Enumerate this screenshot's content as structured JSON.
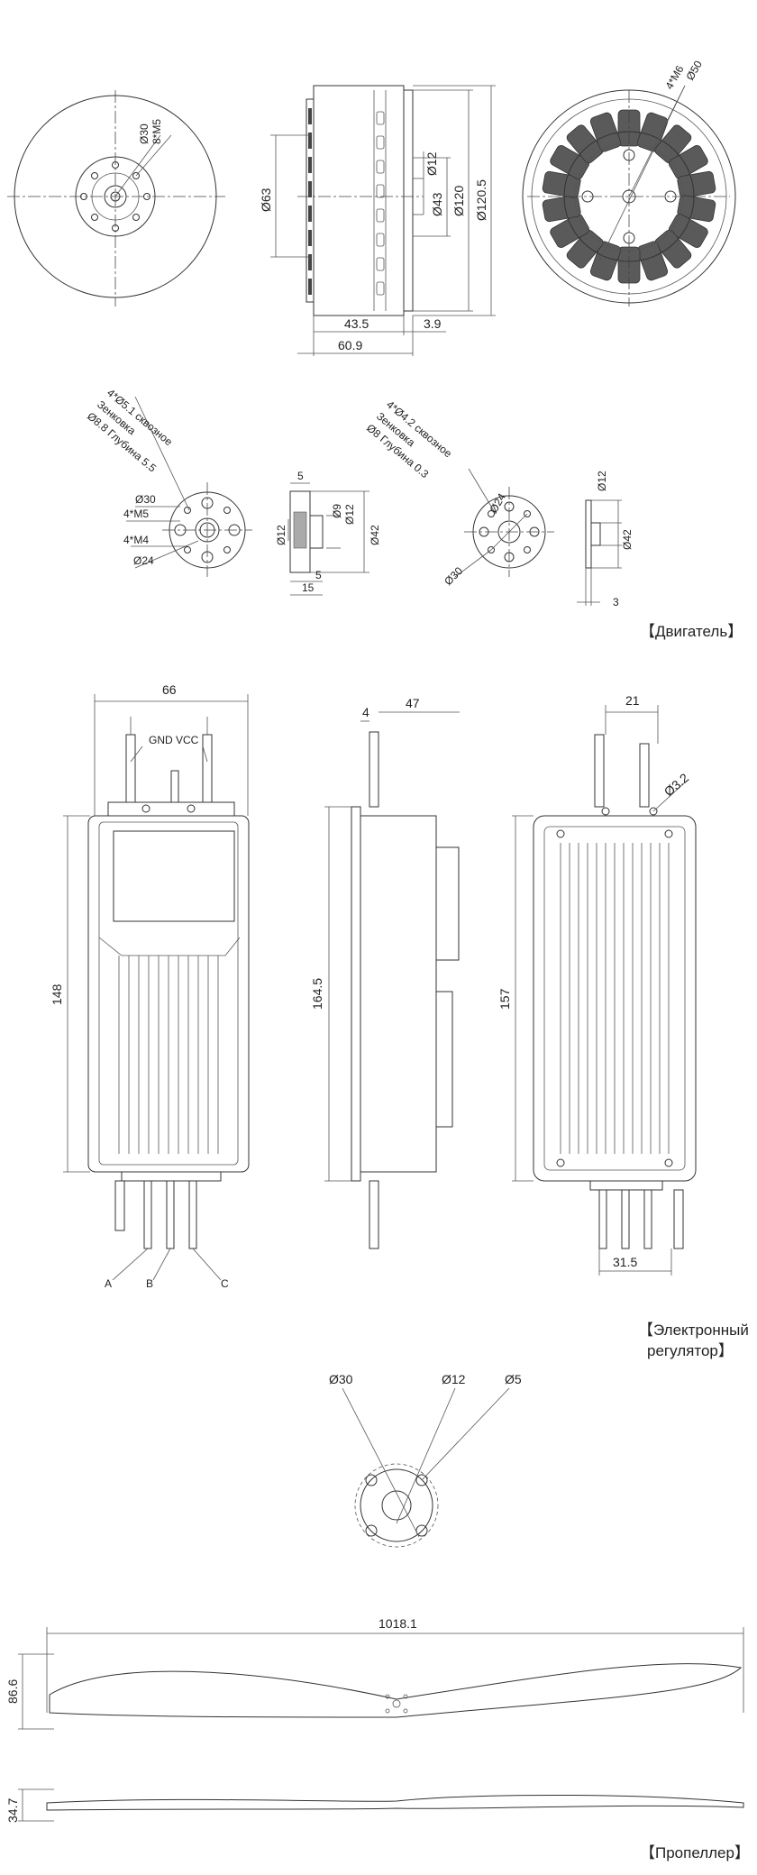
{
  "motor": {
    "caption": "【Двигатель】",
    "front": {
      "d30": "Ø30",
      "m5": "8*M5"
    },
    "side": {
      "d63": "Ø63",
      "d12": "Ø12",
      "d43": "Ø43",
      "d120": "Ø120",
      "d1205": "Ø120.5",
      "l435": "43.5",
      "l39": "3.9",
      "l609": "60.9"
    },
    "rear": {
      "m6": "4*M6",
      "d50": "Ø50"
    },
    "mount1": {
      "note1": "4*Ø5.1 сквозное",
      "note2": "Зенковка",
      "note3": "Ø8.8 Глубина 5.5",
      "d30": "Ø30",
      "m5": "4*M5",
      "m4": "4*M4",
      "d24": "Ø24"
    },
    "mount1side": {
      "l5top": "5",
      "d12": "Ø12",
      "d9": "Ø9",
      "d12b": "Ø12",
      "d42": "Ø42",
      "l5b": "5",
      "l15": "15"
    },
    "mount2": {
      "note1": "4*Ø4.2 сквозное",
      "note2": "Зенковка",
      "note3": "Ø8 Глубина 0.3",
      "d24": "Ø24",
      "d30": "Ø30"
    },
    "mount2side": {
      "d12": "Ø12",
      "d42": "Ø42",
      "l3": "3"
    }
  },
  "esc": {
    "caption_line1": "【Электронный",
    "caption_line2": "регулятор】",
    "front": {
      "w66": "66",
      "gnd_vcc": "GND VCC",
      "h148": "148",
      "a": "A",
      "b": "B",
      "c": "C"
    },
    "side": {
      "w47": "47",
      "w4": "4",
      "h1645": "164.5"
    },
    "back": {
      "w21": "21",
      "d32": "Ø3.2",
      "h157": "157",
      "w315": "31.5"
    }
  },
  "propeller": {
    "caption": "【Пропеллер】",
    "hub": {
      "d30": "Ø30",
      "d12": "Ø12",
      "d5": "Ø5"
    },
    "length": "1018.1",
    "width": "86.6",
    "thickness": "34.7"
  }
}
